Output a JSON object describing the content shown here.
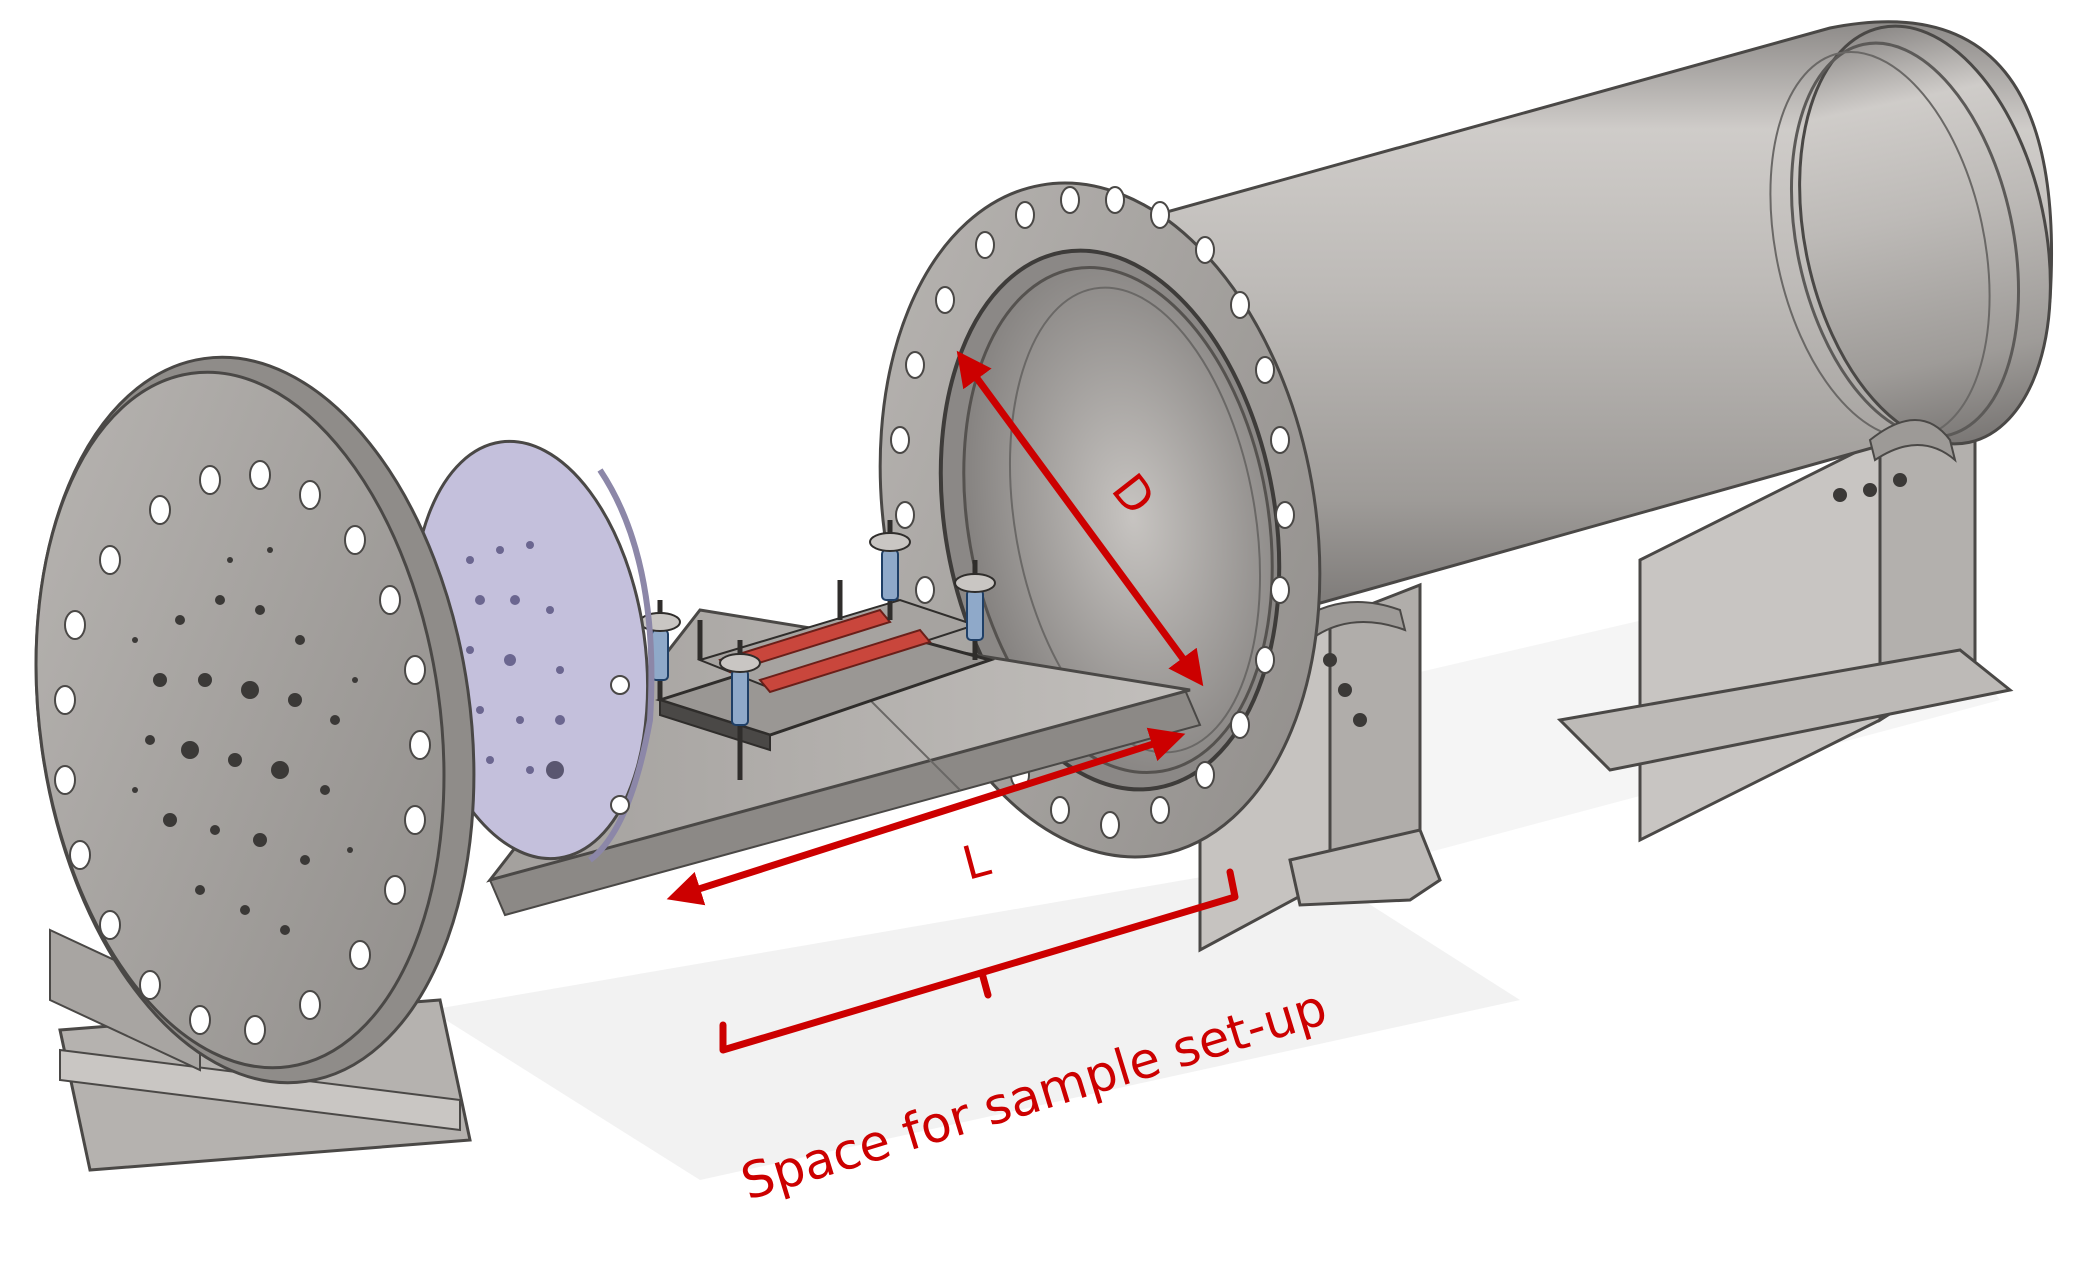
{
  "annotations": {
    "diameter_label": "D",
    "length_label": "L",
    "space_label": "Space for sample set-up"
  },
  "colors": {
    "annotation": "#cc0000",
    "metal_light": "#c9c6c3",
    "metal_mid": "#a8a5a2",
    "metal_dark": "#6f6c6a",
    "window_lavender": "#c4c0dc",
    "sample_red": "#c9463c",
    "background": "#ffffff"
  }
}
